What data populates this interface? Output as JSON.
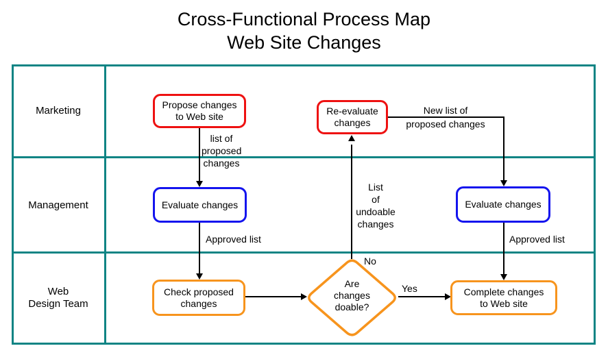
{
  "title": {
    "line1": "Cross-Functional Process Map",
    "line2": "Web Site Changes"
  },
  "lanes": [
    {
      "label": "Marketing"
    },
    {
      "label": "Management"
    },
    {
      "label": "Web\nDesign Team"
    }
  ],
  "nodes": {
    "propose": {
      "text": "Propose changes\nto Web site",
      "border_color": "#EE1111"
    },
    "reevaluate": {
      "text": "Re-evaluate\nchanges",
      "border_color": "#EE1111"
    },
    "evaluate_left": {
      "text": "Evaluate changes",
      "border_color": "#1414EE"
    },
    "evaluate_right": {
      "text": "Evaluate changes",
      "border_color": "#1414EE"
    },
    "check": {
      "text": "Check proposed\nchanges",
      "border_color": "#F7941D"
    },
    "decision": {
      "text": "Are\nchanges\ndoable?",
      "border_color": "#F7941D"
    },
    "complete": {
      "text": "Complete changes\nto Web site",
      "border_color": "#F7941D"
    }
  },
  "edge_labels": {
    "proposed_list": "list of\nproposed\nchanges",
    "approved_list_left": "Approved list",
    "new_list": "New list of\nproposed changes",
    "undoable_list": "List\nof\nundoable\nchanges",
    "no": "No",
    "yes": "Yes",
    "approved_list_right": "Approved list"
  },
  "colors": {
    "lane_border": "#0E8484",
    "marketing_shape": "#EE1111",
    "management_shape": "#1414EE",
    "webdesign_shape": "#F7941D",
    "connector": "#000000",
    "text": "#000000",
    "background": "#FFFFFF"
  }
}
